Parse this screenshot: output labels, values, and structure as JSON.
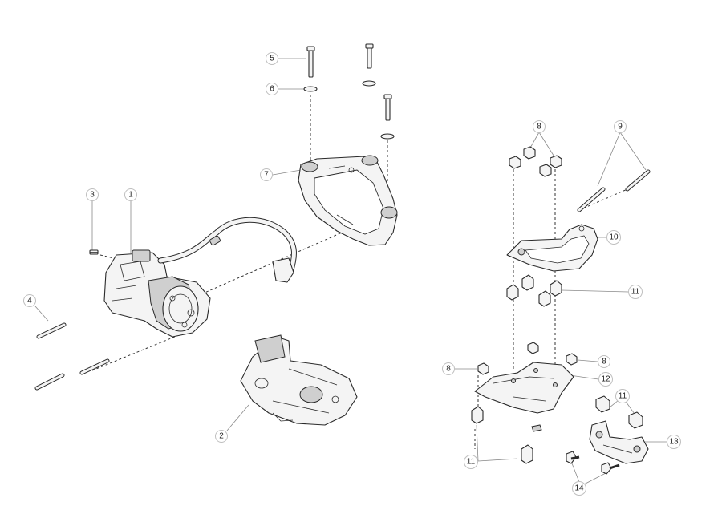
{
  "diagram": {
    "callouts": [
      {
        "id": "c1",
        "label": "1"
      },
      {
        "id": "c2",
        "label": "2"
      },
      {
        "id": "c3",
        "label": "3"
      },
      {
        "id": "c4",
        "label": "4"
      },
      {
        "id": "c5",
        "label": "5"
      },
      {
        "id": "c6",
        "label": "6"
      },
      {
        "id": "c7",
        "label": "7"
      },
      {
        "id": "c8a",
        "label": "8"
      },
      {
        "id": "c8b",
        "label": "8"
      },
      {
        "id": "c8c",
        "label": "8"
      },
      {
        "id": "c9",
        "label": "9"
      },
      {
        "id": "c10",
        "label": "10"
      },
      {
        "id": "c11a",
        "label": "11"
      },
      {
        "id": "c11b",
        "label": "11"
      },
      {
        "id": "c11c",
        "label": "11"
      },
      {
        "id": "c12",
        "label": "12"
      },
      {
        "id": "c13",
        "label": "13"
      },
      {
        "id": "c14",
        "label": "14"
      }
    ]
  }
}
